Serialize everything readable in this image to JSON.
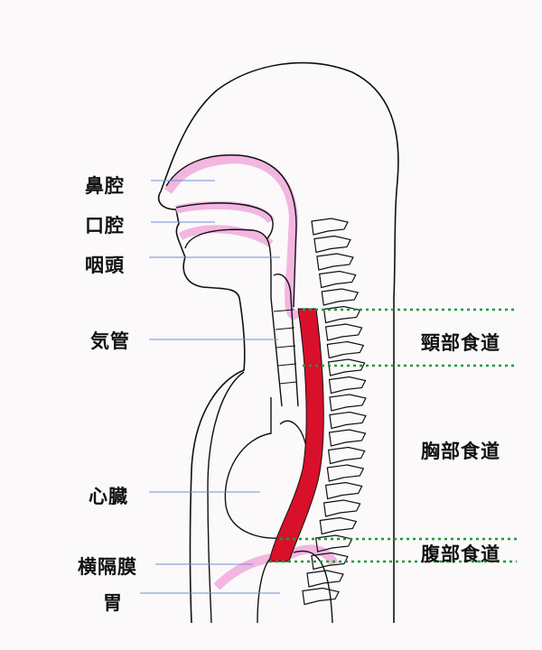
{
  "labels_left": [
    "鼻腔",
    "口腔",
    "咽頭",
    "気管",
    "心臓",
    "横隔膜",
    "胃"
  ],
  "labels_right": [
    "頸部食道",
    "胸部食道",
    "腹部食道"
  ],
  "colors": {
    "esophagus": "#d8102a",
    "mucosa": "#f2b6e0",
    "divider": "#1a9a3a",
    "leader": "#6f8fd6",
    "outline": "#111111"
  }
}
